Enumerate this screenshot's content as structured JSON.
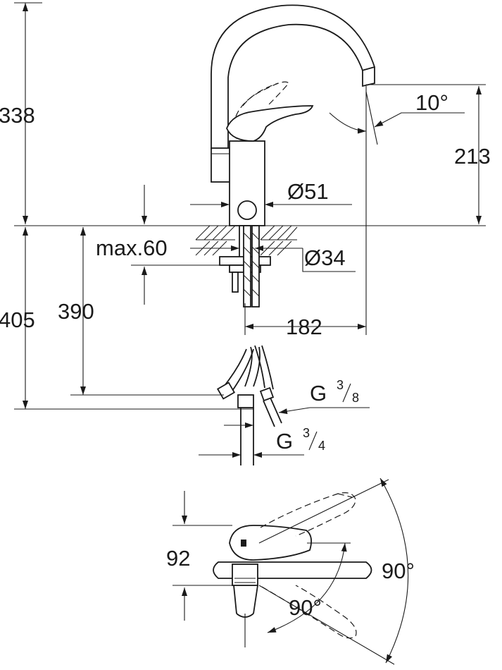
{
  "dimensions": {
    "total_height": "338",
    "spout_height": "213",
    "spout_angle": "10°",
    "body_diameter": "Ø51",
    "max_deck_thickness": "max.60",
    "hole_diameter": "Ø34",
    "below_deck_length": "405",
    "hose_length": "390",
    "spout_reach": "182",
    "hose_thread_g": "G",
    "hose_thread_num": "3",
    "hose_thread_den": "8",
    "inlet_thread_g": "G",
    "inlet_thread_num": "3",
    "inlet_thread_den": "4",
    "lever_height": "92",
    "lever_angle_side": "90°",
    "lever_angle_swivel": "90°"
  },
  "colors": {
    "line": "#1a1a1a",
    "background": "#ffffff"
  }
}
